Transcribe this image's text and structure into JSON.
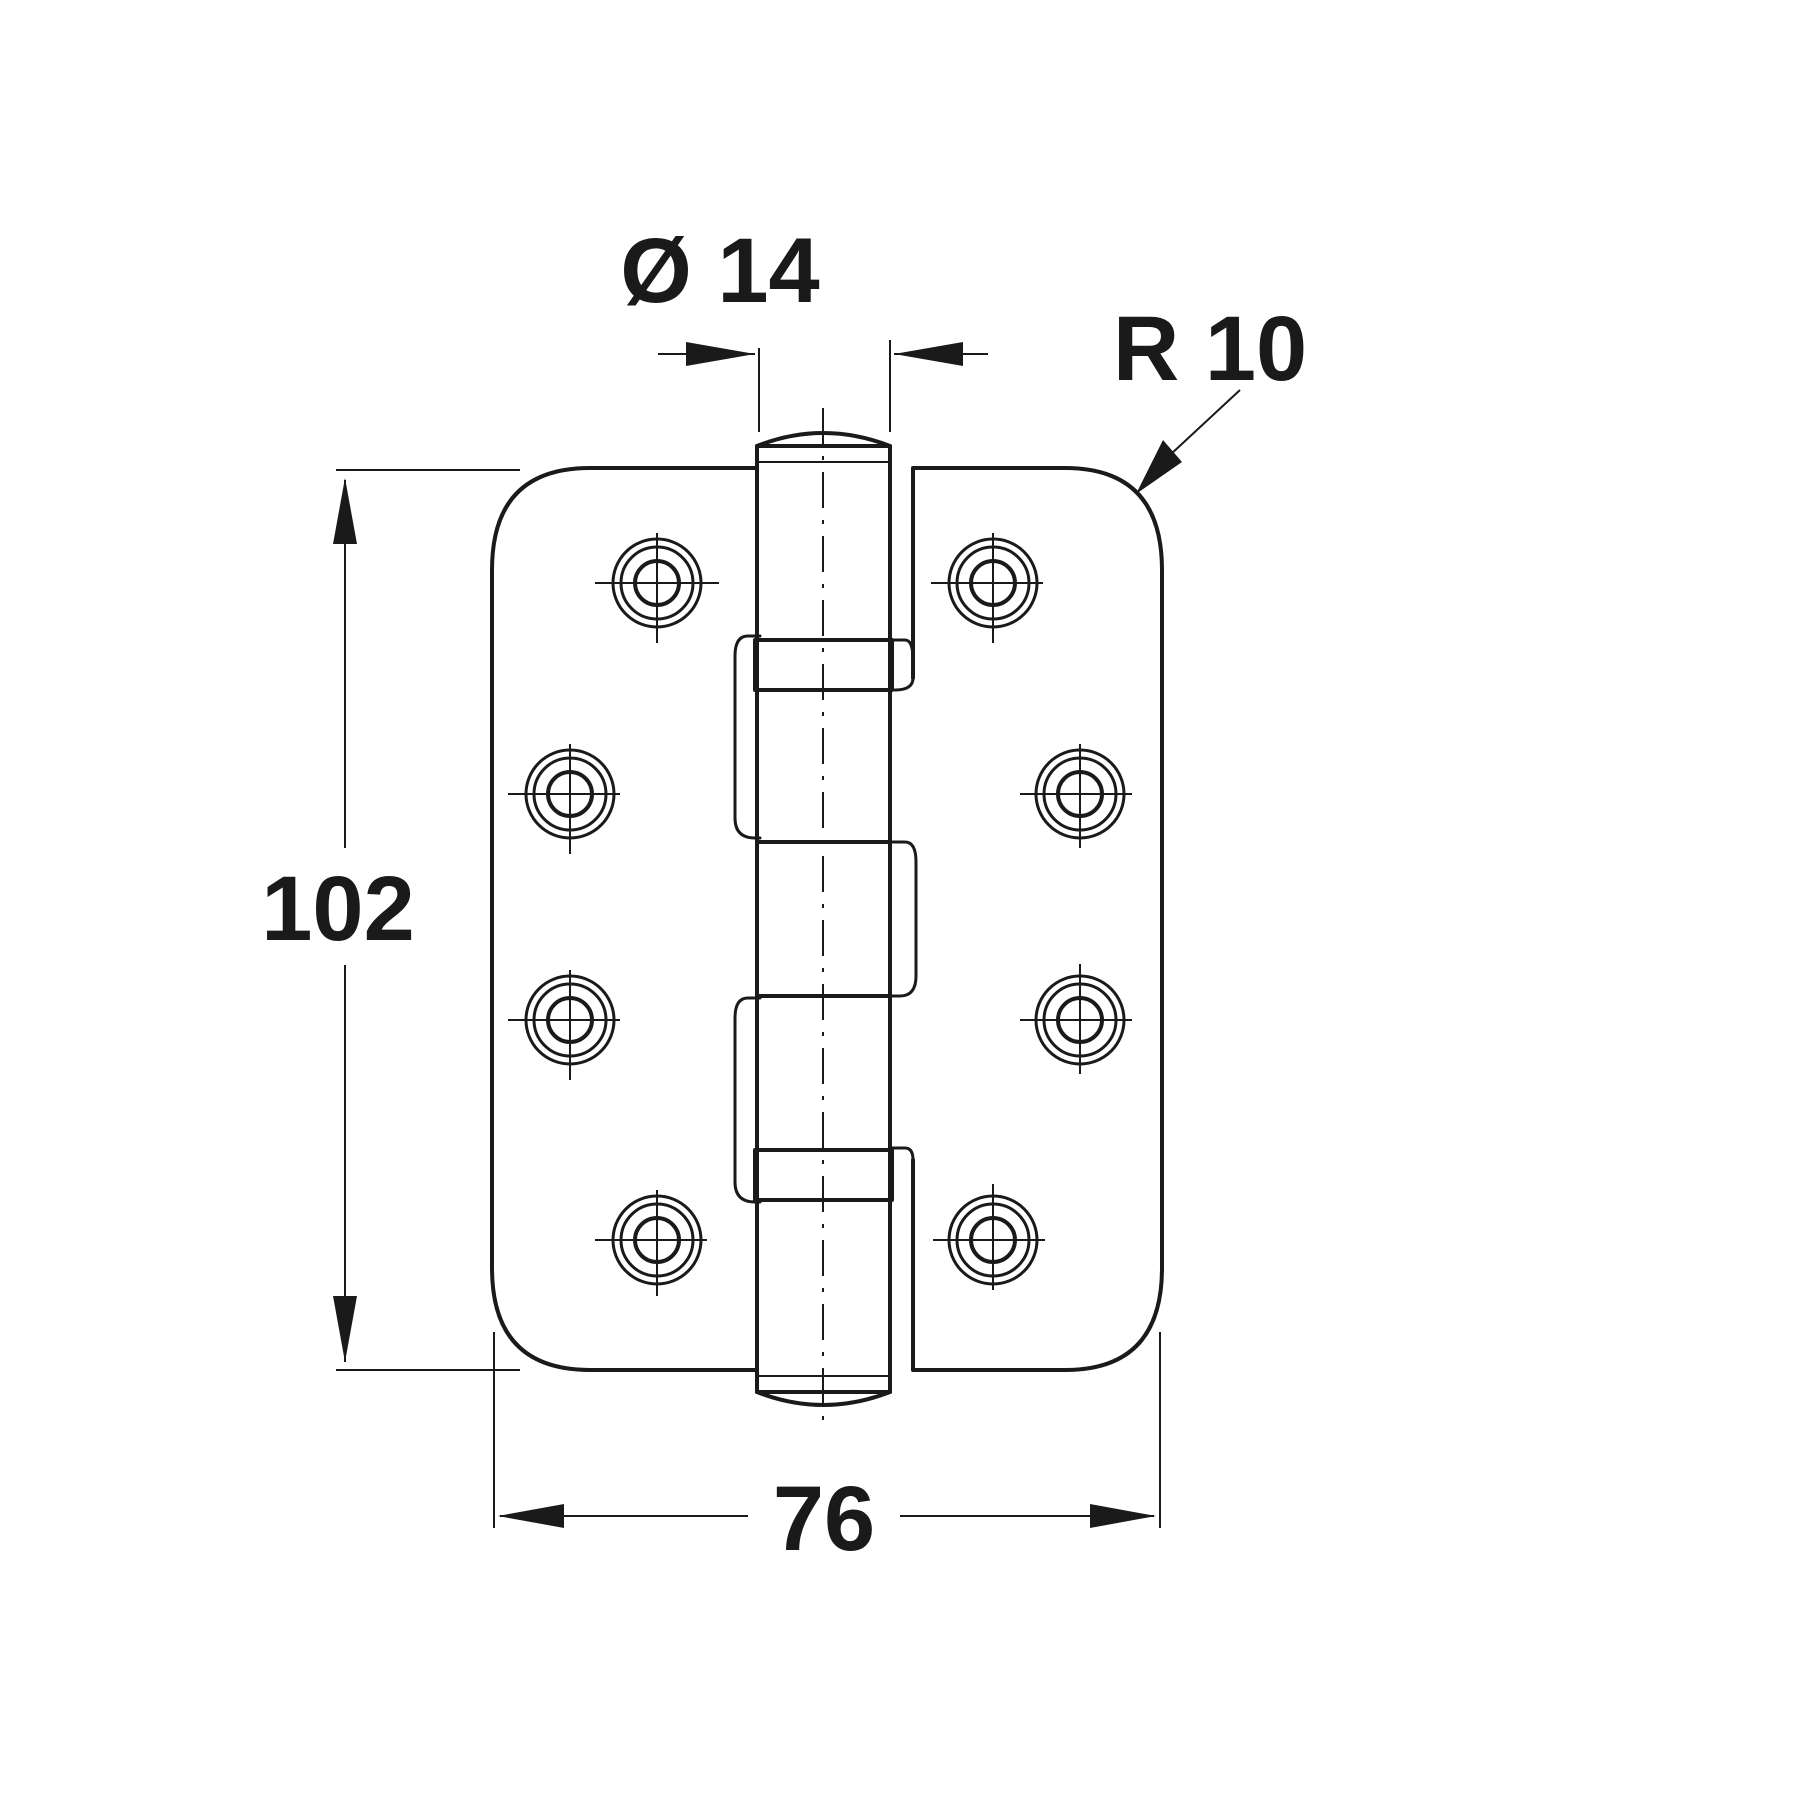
{
  "diagram": {
    "subject": "hinge-technical-drawing",
    "dimensions": {
      "pin_diameter": "Ø 14",
      "corner_radius": "R 10",
      "height": "102",
      "width": "76"
    },
    "colors": {
      "line": "#1a1a1a",
      "background": "#ffffff"
    },
    "screw_holes_per_leaf": 4
  }
}
